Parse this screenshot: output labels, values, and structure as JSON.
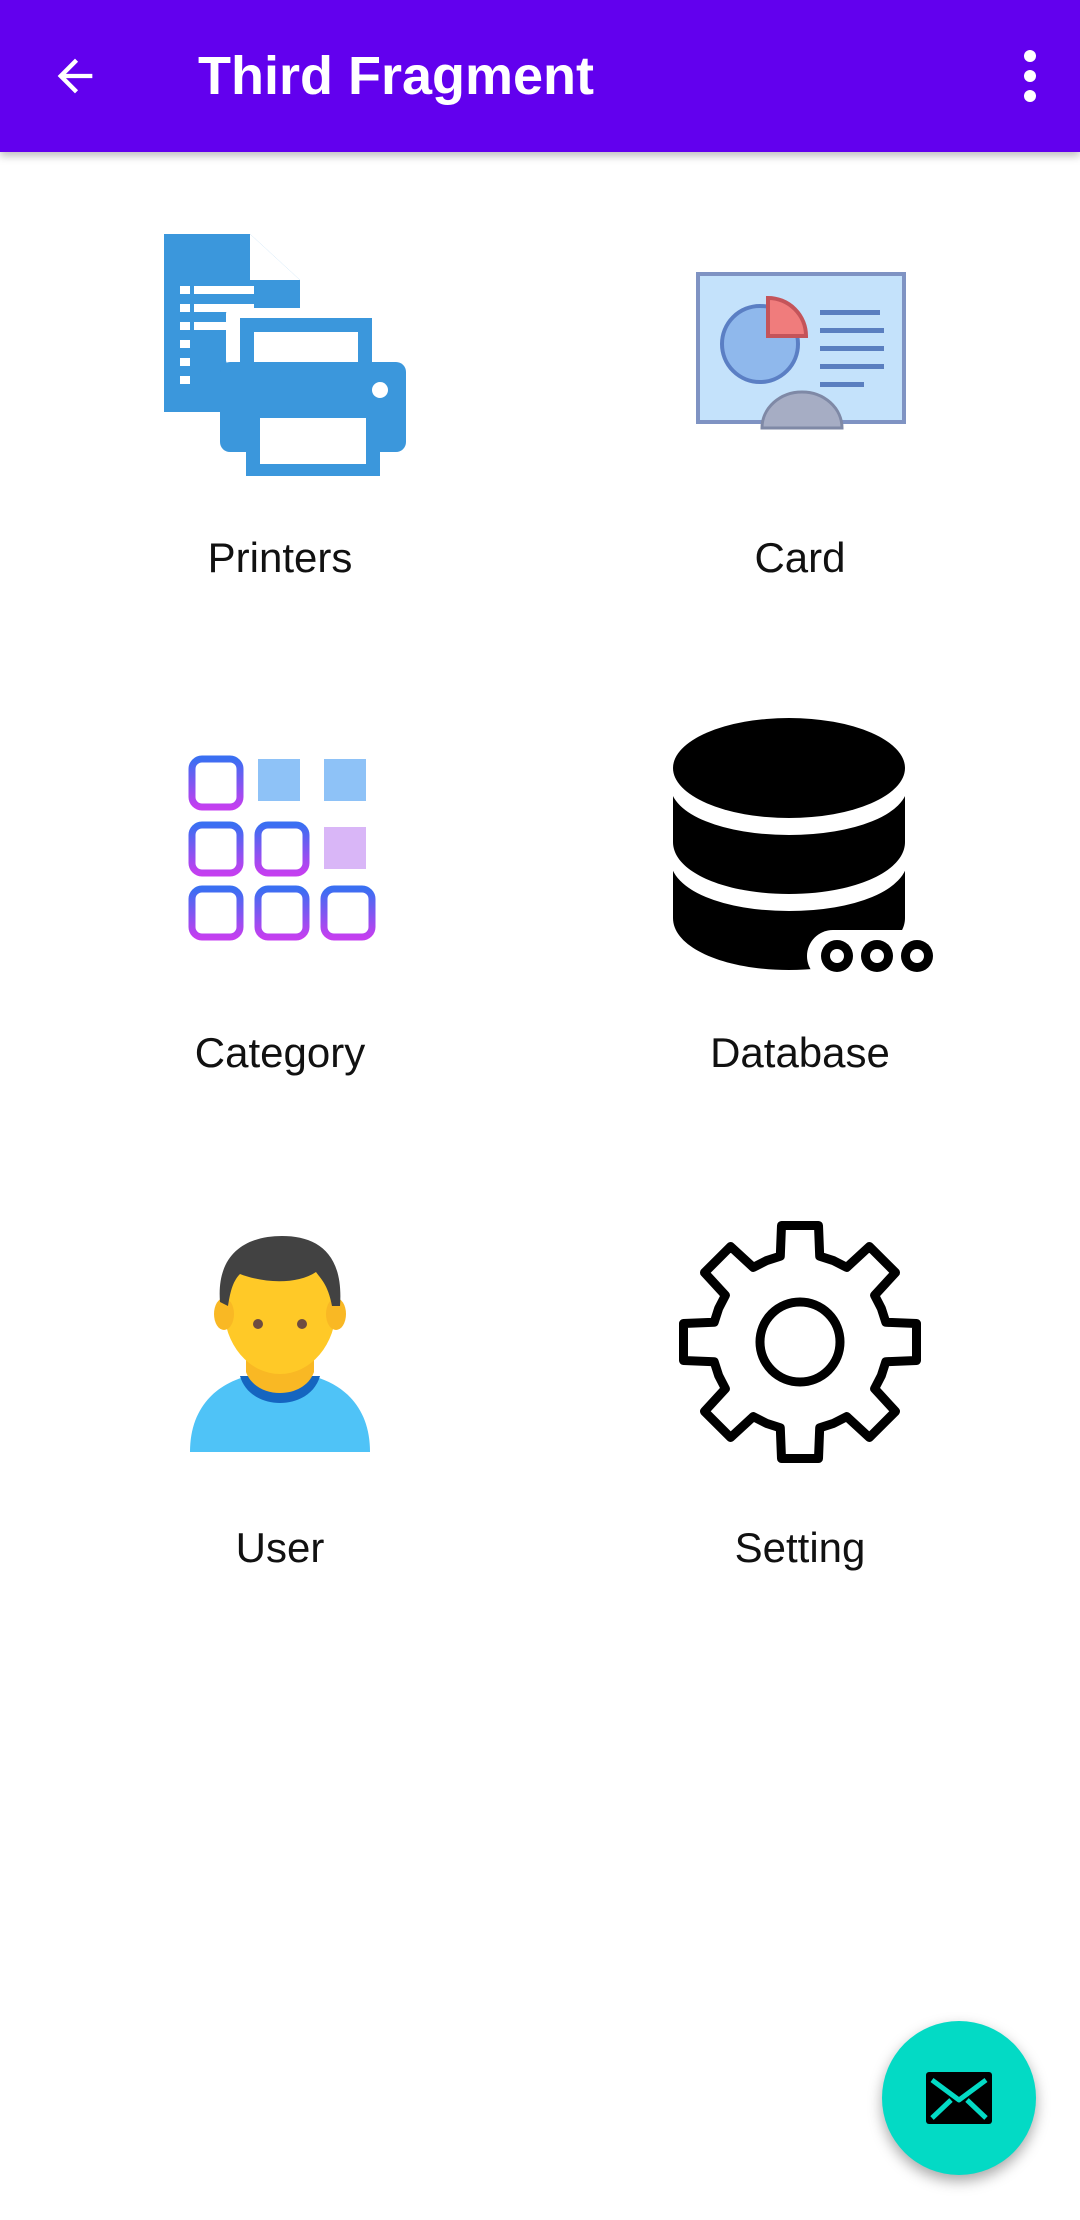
{
  "appbar": {
    "title": "Third Fragment",
    "back_icon": "arrow-back-icon",
    "overflow_icon": "more-vert-icon",
    "background": "#6200ee"
  },
  "grid": {
    "items": [
      {
        "label": "Printers",
        "icon": "printer-icon"
      },
      {
        "label": "Card",
        "icon": "presentation-card-icon"
      },
      {
        "label": "Category",
        "icon": "category-grid-icon"
      },
      {
        "label": "Database",
        "icon": "database-icon"
      },
      {
        "label": "User",
        "icon": "user-icon"
      },
      {
        "label": "Setting",
        "icon": "gear-icon"
      }
    ]
  },
  "fab": {
    "icon": "mail-icon",
    "color": "#03dac5"
  }
}
